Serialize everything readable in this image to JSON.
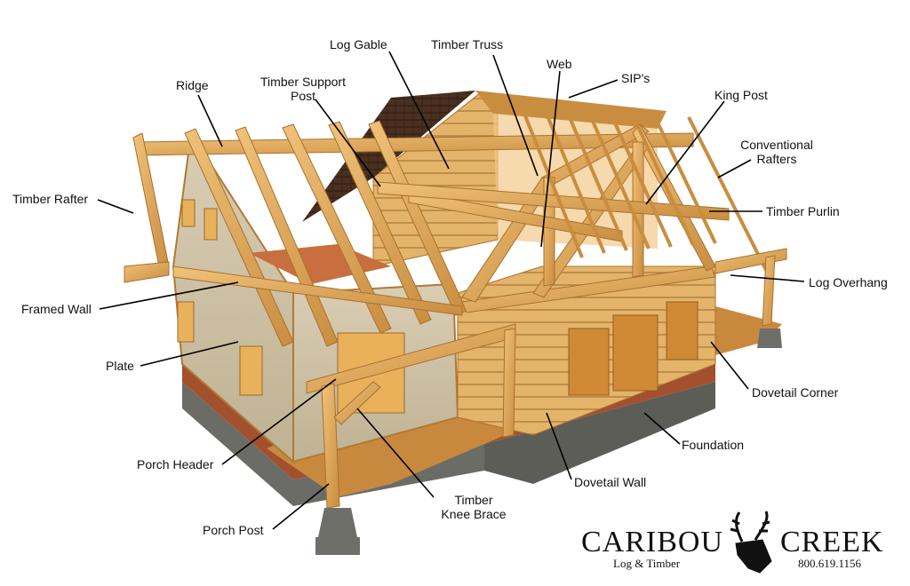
{
  "labels": {
    "log_gable": "Log Gable",
    "timber_truss": "Timber Truss",
    "web": "Web",
    "sips": "SIP's",
    "king_post": "King Post",
    "ridge": "Ridge",
    "timber_support_post_1": "Timber Support",
    "timber_support_post_2": "Post",
    "conventional_rafters_1": "Conventional",
    "conventional_rafters_2": "Rafters",
    "timber_rafter": "Timber Rafter",
    "timber_purlin": "Timber Purlin",
    "log_overhang": "Log Overhang",
    "framed_wall": "Framed Wall",
    "plate": "Plate",
    "dovetail_corner": "Dovetail Corner",
    "foundation": "Foundation",
    "porch_header": "Porch Header",
    "dovetail_wall": "Dovetail Wall",
    "timber_knee_brace_1": "Timber",
    "timber_knee_brace_2": "Knee Brace",
    "porch_post": "Porch Post"
  },
  "brand": {
    "name_left": "CARIBOU",
    "name_right": "CREEK",
    "tagline": "Log & Timber",
    "phone": "800.619.1156",
    "logo_icon": "caribou-head-icon"
  },
  "colors": {
    "timber": "#e0ac5e",
    "timber_dark": "#b07a34",
    "wall": "#cfc2a8",
    "foundation": "#6c6c66",
    "floor": "#c8893f",
    "roof_shingle": "#4a3020",
    "leader": "#000000"
  }
}
